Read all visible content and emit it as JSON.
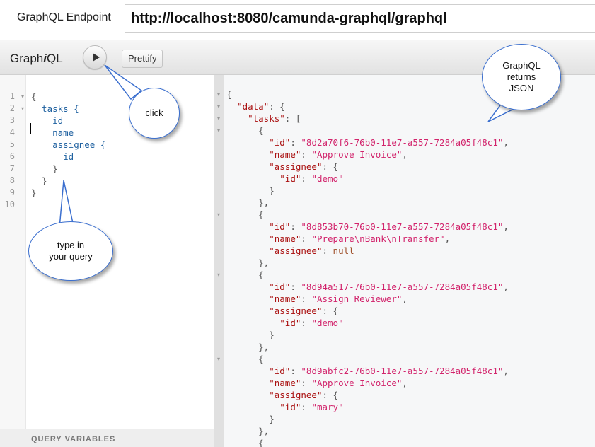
{
  "endpoint": {
    "label": "GraphQL Endpoint",
    "url": "http://localhost:8080/camunda-graphql/graphql"
  },
  "toolbar": {
    "logo_pre": "Graph",
    "logo_i": "i",
    "logo_post": "QL",
    "run_icon": "play-icon",
    "prettify_label": "Prettify"
  },
  "query_editor": {
    "line_numbers": [
      "1",
      "2",
      "3",
      "4",
      "5",
      "6",
      "7",
      "8",
      "9",
      "10"
    ],
    "lines": [
      "{",
      "  tasks {",
      "    id",
      "    name",
      "    assignee {",
      "      id",
      "    }",
      "  }",
      "}",
      ""
    ],
    "variables_label": "QUERY VARIABLES"
  },
  "result": {
    "lines": [
      "{",
      "  \"data\": {",
      "    \"tasks\": [",
      "      {",
      "        \"id\": \"8d2a70f6-76b0-11e7-a557-7284a05f48c1\",",
      "        \"name\": \"Approve Invoice\",",
      "        \"assignee\": {",
      "          \"id\": \"demo\"",
      "        }",
      "      },",
      "      {",
      "        \"id\": \"8d853b70-76b0-11e7-a557-7284a05f48c1\",",
      "        \"name\": \"Prepare\\nBank\\nTransfer\",",
      "        \"assignee\": null",
      "      },",
      "      {",
      "        \"id\": \"8d94a517-76b0-11e7-a557-7284a05f48c1\",",
      "        \"name\": \"Assign Reviewer\",",
      "        \"assignee\": {",
      "          \"id\": \"demo\"",
      "        }",
      "      },",
      "      {",
      "        \"id\": \"8d9abfc2-76b0-11e7-a557-7284a05f48c1\",",
      "        \"name\": \"Approve Invoice\",",
      "        \"assignee\": {",
      "          \"id\": \"mary\"",
      "        }",
      "      },",
      "      {"
    ]
  },
  "callouts": {
    "click": "click",
    "type_query_1": "type in",
    "type_query_2": "your query",
    "returns_1": "GraphQL",
    "returns_2": "returns",
    "returns_3": "JSON"
  },
  "colors": {
    "field": "#1f61a0",
    "key": "#aa1111",
    "string": "#d2246c",
    "null": "#a0522d",
    "callout_border": "#3b6fcf"
  }
}
